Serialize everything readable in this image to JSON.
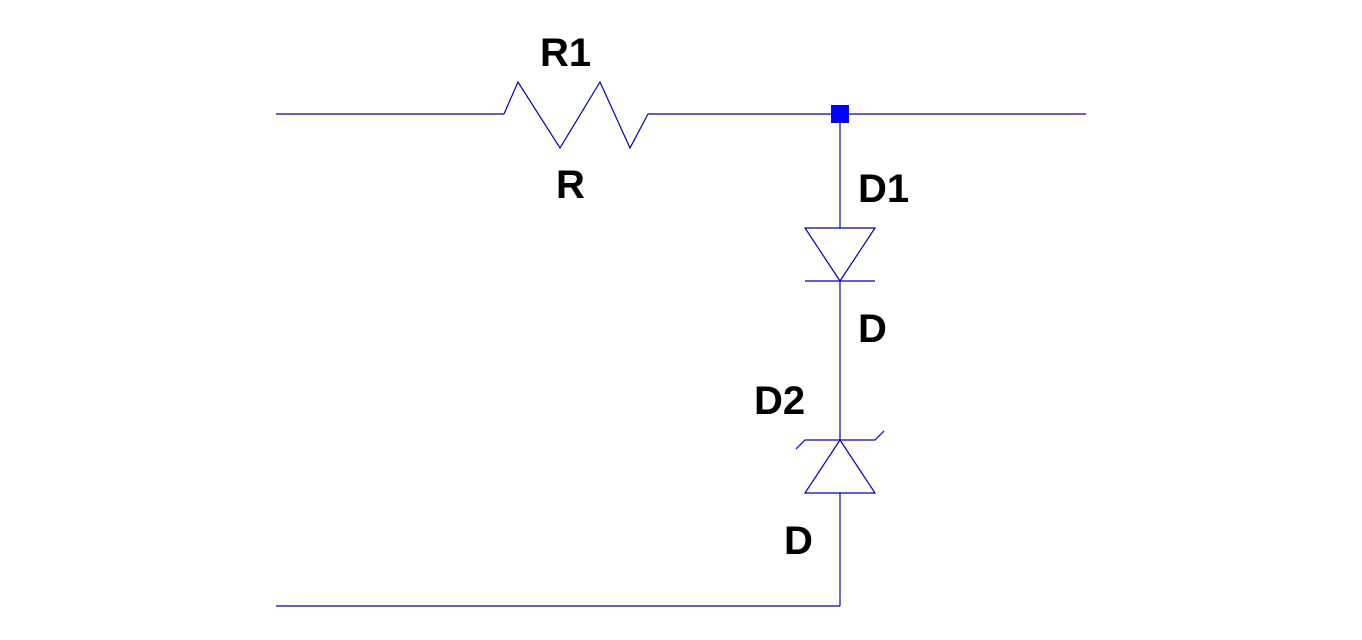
{
  "schematic": {
    "components": {
      "r1": {
        "ref": "R1",
        "value": "R"
      },
      "d1": {
        "ref": "D1",
        "value": "D"
      },
      "d2": {
        "ref": "D2",
        "value": "D"
      }
    },
    "colors": {
      "wire": "#0000b4",
      "junction": "#0000ff",
      "text": "#000000",
      "background": "#ffffff"
    }
  }
}
